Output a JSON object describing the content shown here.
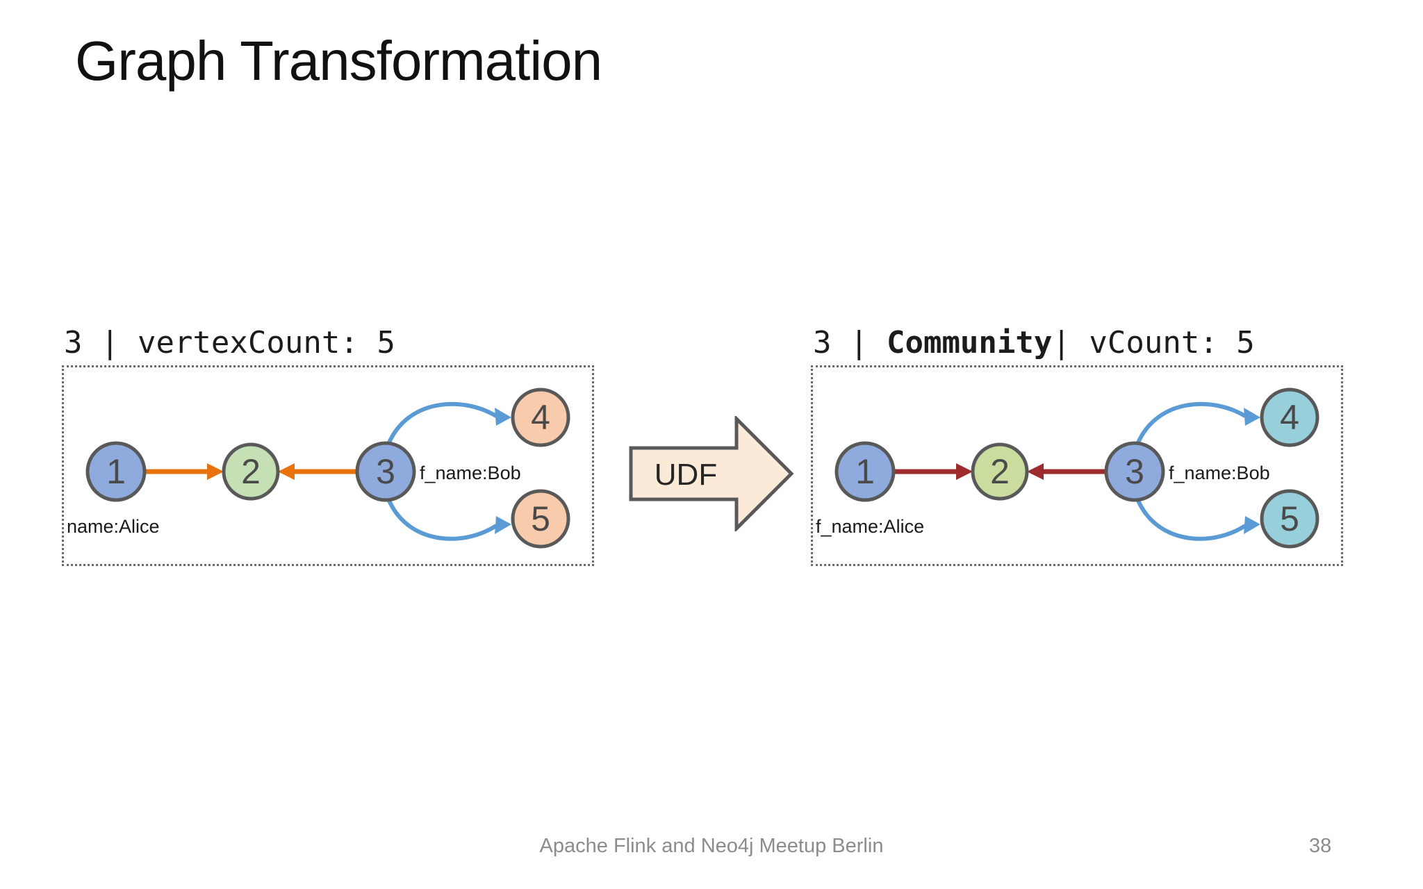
{
  "slide": {
    "title": "Graph Transformation",
    "footer": {
      "credit": "Apache Flink and Neo4j Meetup Berlin",
      "page": "38"
    }
  },
  "colors": {
    "node_border": "#595959",
    "edge_blue": "#5b9bd5",
    "dotted_border": "#6a6a6a",
    "udf_fill": "#fcead9",
    "udf_border": "#595959"
  },
  "udf": {
    "label": "UDF"
  },
  "graphs": [
    {
      "id": "input-graph",
      "header": {
        "pre": "3 | vertexCount: 5",
        "bold": "",
        "post": ""
      },
      "edge_color": "#e8730c",
      "nodes": [
        {
          "label": "1",
          "color": "#8faadc"
        },
        {
          "label": "2",
          "color": "#c5e0b4"
        },
        {
          "label": "3",
          "color": "#8faadc"
        },
        {
          "label": "4",
          "color": "#f8cbad"
        },
        {
          "label": "5",
          "color": "#f8cbad"
        }
      ],
      "edges": [
        {
          "from": "1",
          "to": "2",
          "color": "#e8730c"
        },
        {
          "from": "3",
          "to": "2",
          "color": "#e8730c"
        },
        {
          "from": "3",
          "to": "4",
          "color": "#5b9bd5"
        },
        {
          "from": "3",
          "to": "5",
          "color": "#5b9bd5"
        }
      ],
      "annotations": {
        "node1": "name:Alice",
        "node3": "f_name:Bob"
      }
    },
    {
      "id": "output-graph",
      "header": {
        "pre": "3 | ",
        "bold": "Community",
        "post": "| vCount: 5"
      },
      "edge_color": "#9e2b2d",
      "nodes": [
        {
          "label": "1",
          "color": "#8faadc"
        },
        {
          "label": "2",
          "color": "#cbdd9e"
        },
        {
          "label": "3",
          "color": "#8faadc"
        },
        {
          "label": "4",
          "color": "#97cfda"
        },
        {
          "label": "5",
          "color": "#97cfda"
        }
      ],
      "edges": [
        {
          "from": "1",
          "to": "2",
          "color": "#9e2b2d"
        },
        {
          "from": "3",
          "to": "2",
          "color": "#9e2b2d"
        },
        {
          "from": "3",
          "to": "4",
          "color": "#5b9bd5"
        },
        {
          "from": "3",
          "to": "5",
          "color": "#5b9bd5"
        }
      ],
      "annotations": {
        "node1": "f_name:Alice",
        "node3": "f_name:Bob"
      }
    }
  ]
}
